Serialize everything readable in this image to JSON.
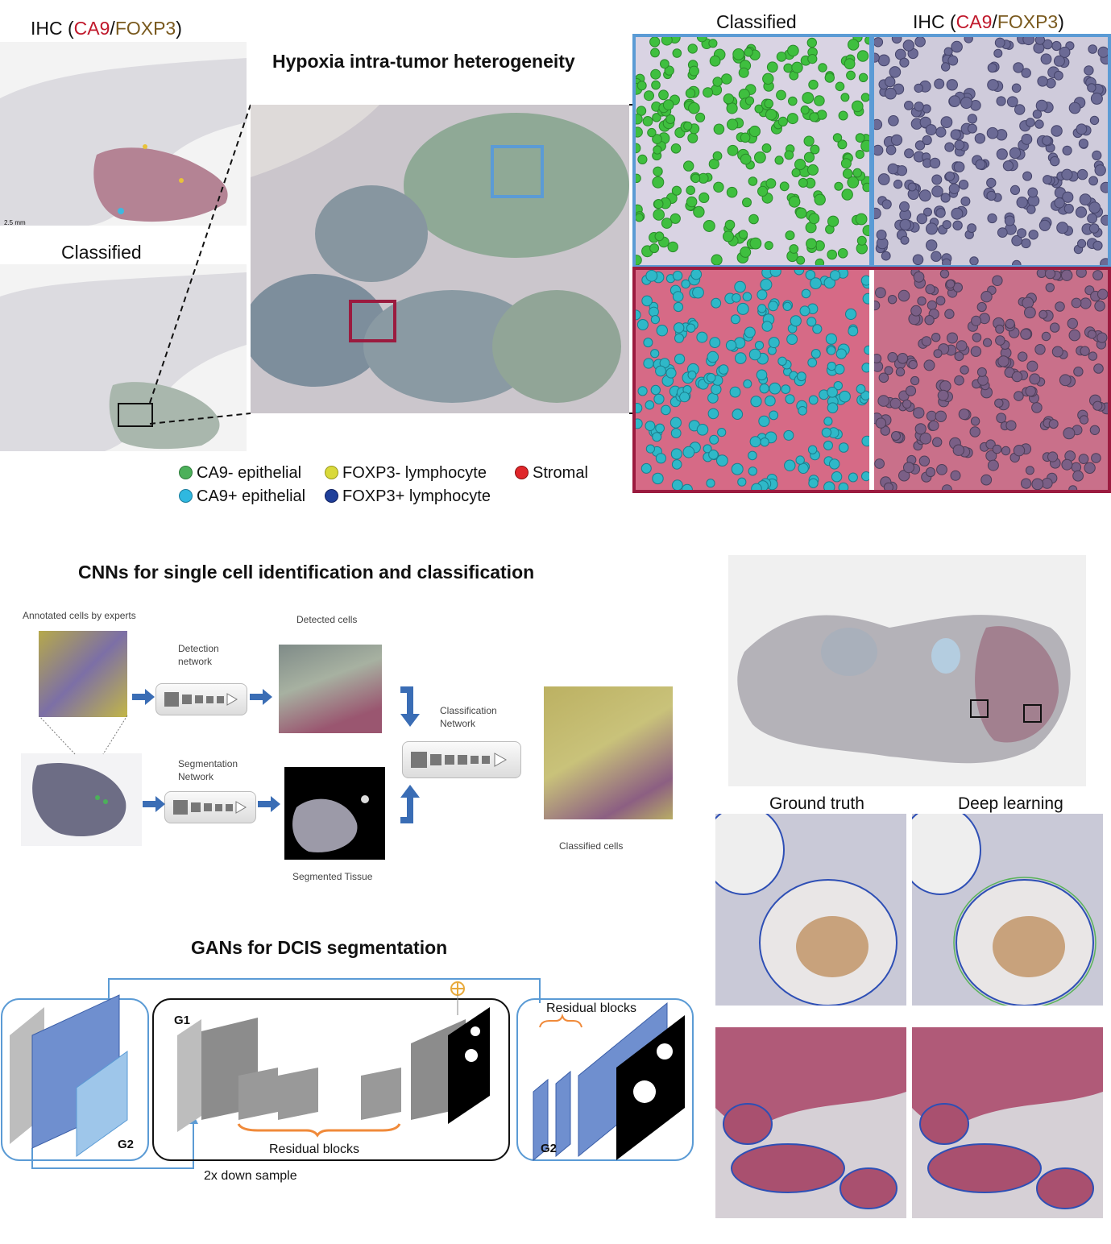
{
  "top": {
    "ihc_prefix": "IHC (",
    "ca9": "CA9",
    "slash": "/",
    "foxp3": "FOXP3",
    "ihc_suffix": ")",
    "scale_bar": "2.5 mm",
    "classified_label": "Classified",
    "main_title": "Hypoxia intra-tumor heterogeneity",
    "right_classified": "Classified"
  },
  "legend": [
    {
      "label": "CA9- epithelial",
      "color": "#4cb05a"
    },
    {
      "label": "FOXP3- lymphocyte",
      "color": "#d9d93a"
    },
    {
      "label": "Stromal",
      "color": "#e0262a"
    },
    {
      "label": "CA9+ epithelial",
      "color": "#2fb8e0"
    },
    {
      "label": "FOXP3+ lymphocyte",
      "color": "#1f3f9a"
    }
  ],
  "cnn": {
    "title": "CNNs for single cell identification and classification",
    "annotated": "Annotated cells by experts",
    "detection_net": "Detection\nnetwork",
    "detected": "Detected cells",
    "segmentation_net": "Segmentation\nNetwork",
    "segmented": "Segmented Tissue",
    "classification_net": "Classification\nNetwork",
    "classified": "Classified cells"
  },
  "gan": {
    "title": "GANs for DCIS segmentation",
    "g1": "G1",
    "g2_left": "G2",
    "g2_right": "G2",
    "residual_blocks": "Residual blocks",
    "residual_blocks_right": "Residual blocks",
    "down_sample": "2x down sample"
  },
  "right_panel": {
    "ground_truth": "Ground truth",
    "deep_learning": "Deep learning"
  },
  "colors": {
    "blue_box": "#5b9bd5",
    "crimson_box": "#9b1b3f",
    "ca9_red": "#c0182b",
    "foxp3_brown": "#7a5a1f"
  }
}
